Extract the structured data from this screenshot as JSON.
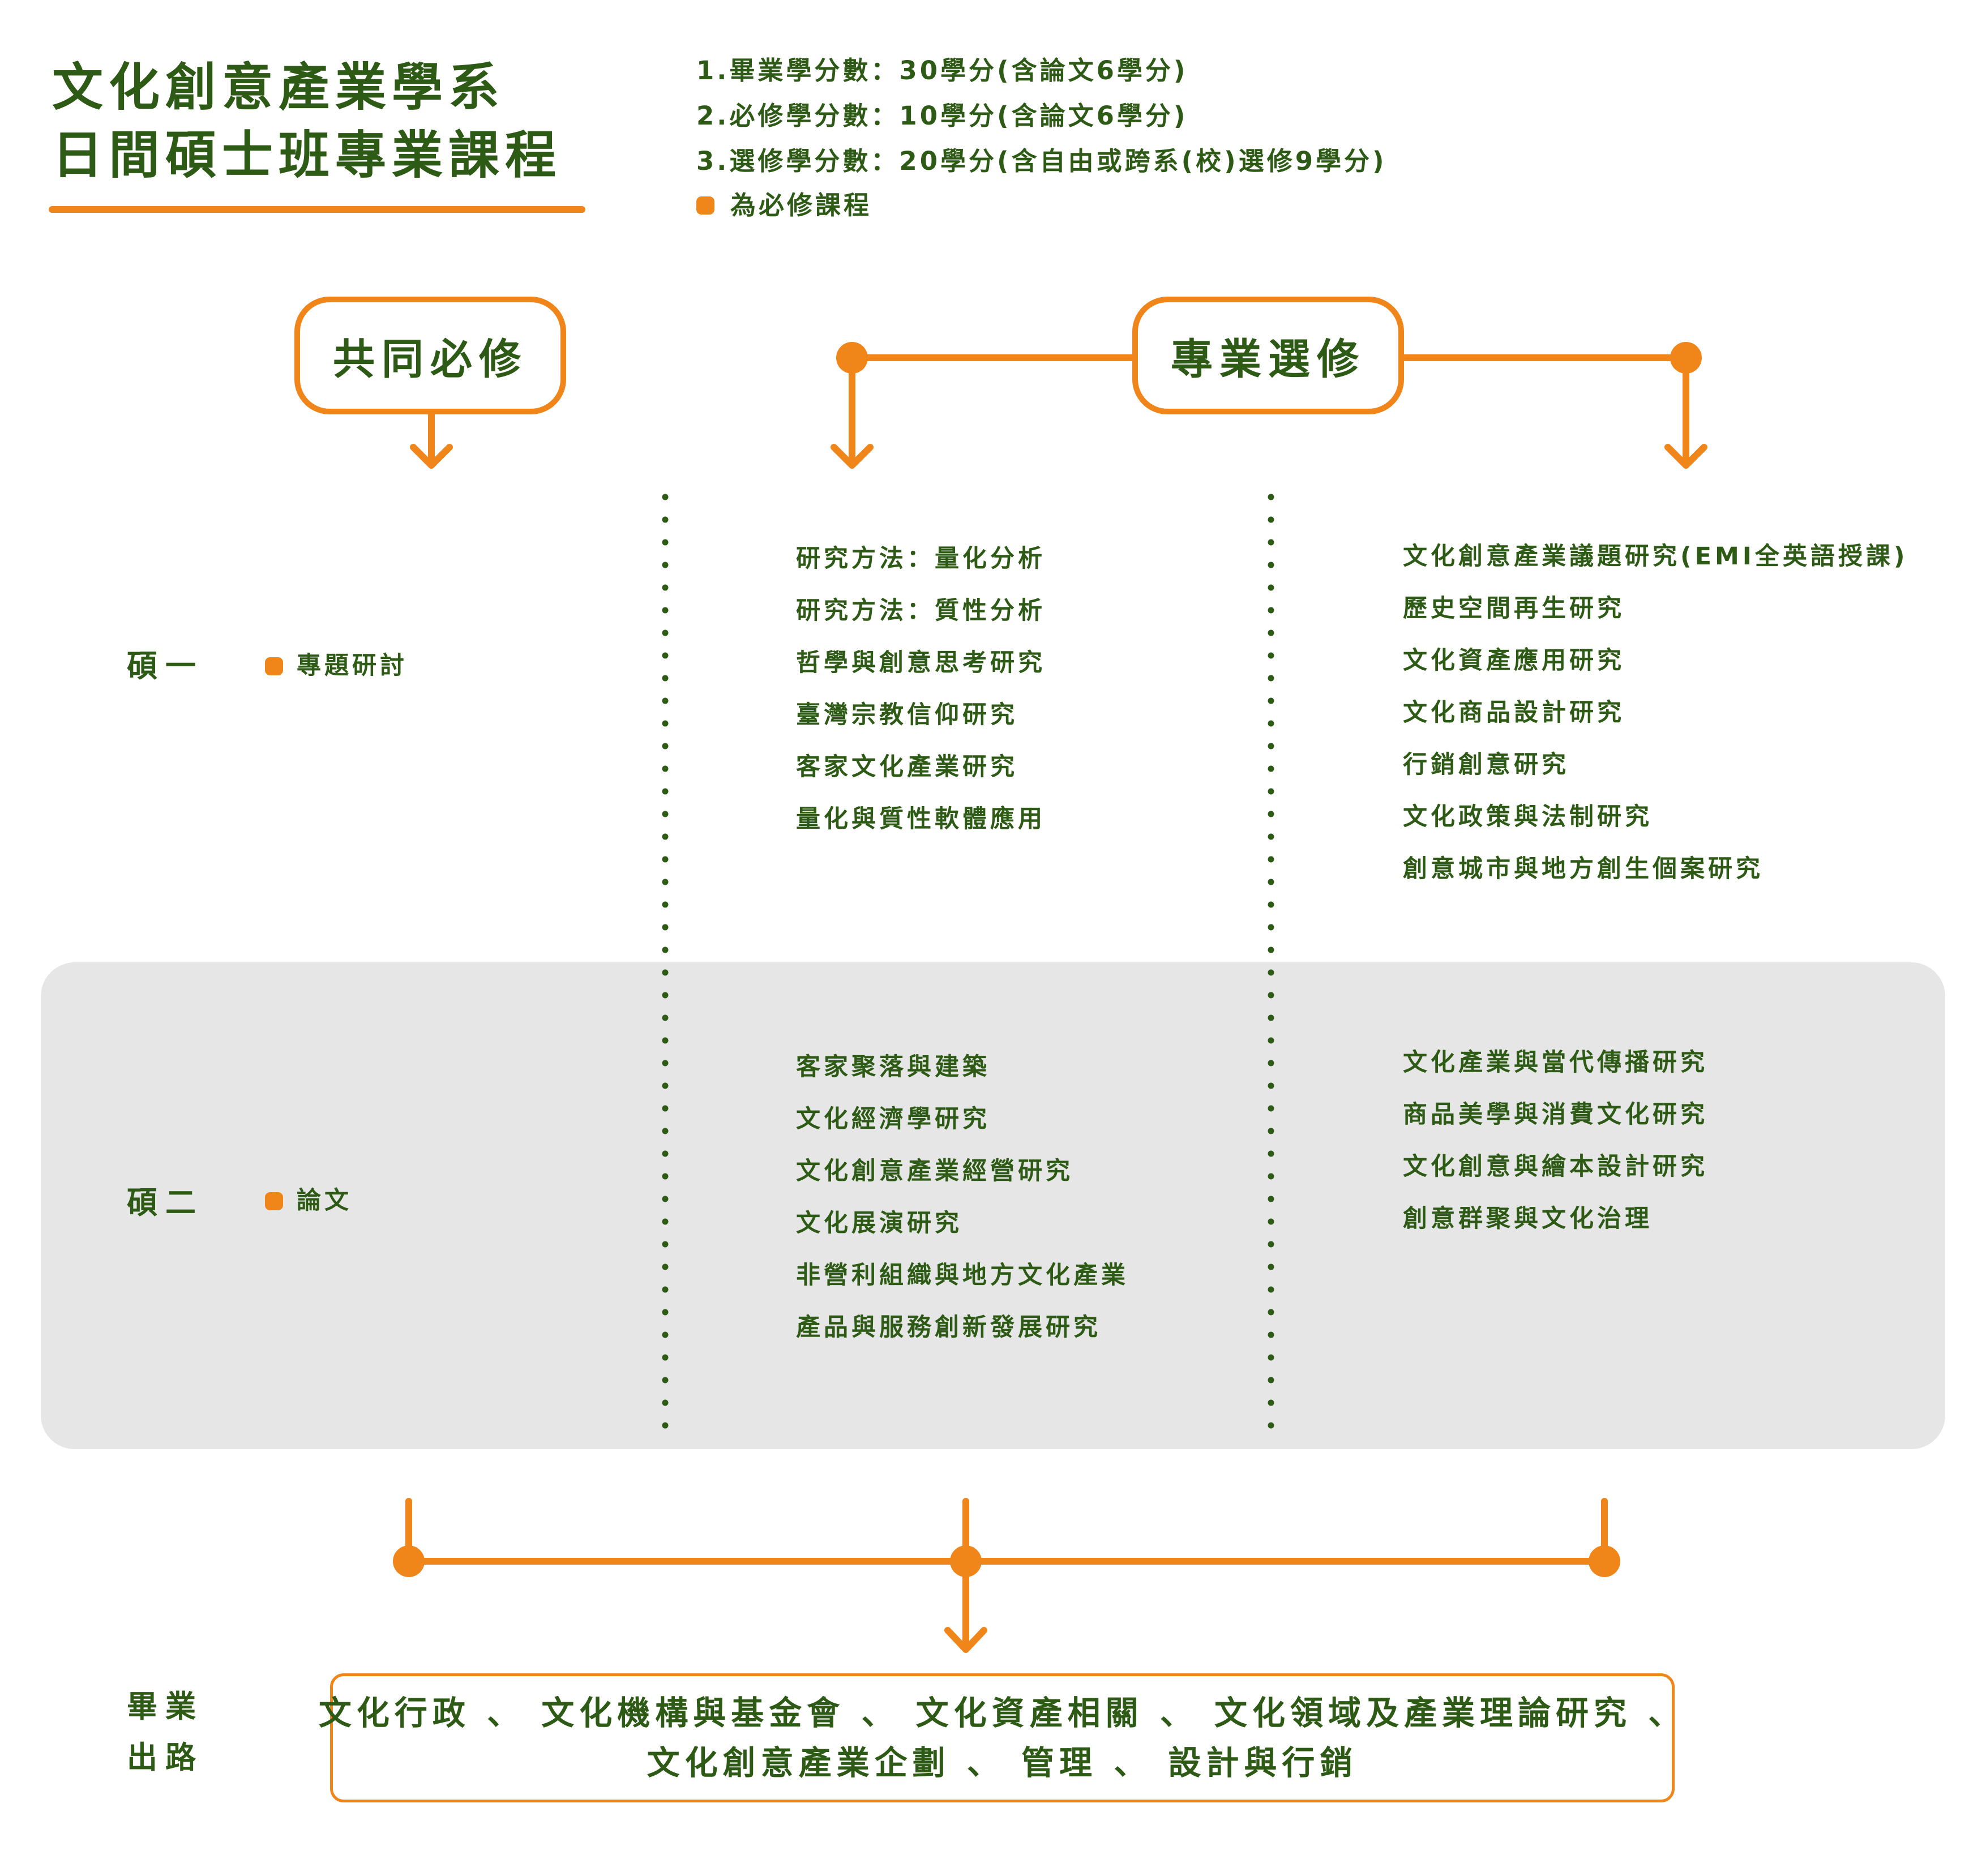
{
  "header": {
    "title_line1": "文化創意產業學系",
    "title_line2": "日間碩士班專業課程"
  },
  "notes": [
    "1.畢業學分數：30學分(含論文6學分)",
    "2.必修學分數：10學分(含論文6學分)",
    "3.選修學分數：20學分(含自由或跨系(校)選修9學分)"
  ],
  "legend": {
    "required_label": "為必修課程"
  },
  "categories": {
    "common_required": "共同必修",
    "professional_elective": "專業選修"
  },
  "years": [
    {
      "label": "碩一",
      "required": "專題研討",
      "electives_left": [
        "研究方法：量化分析",
        "研究方法：質性分析",
        "哲學與創意思考研究",
        "臺灣宗教信仰研究",
        "客家文化產業研究",
        "量化與質性軟體應用"
      ],
      "electives_right": [
        "文化創意產業議題研究(EMI全英語授課)",
        "歷史空間再生研究",
        "文化資產應用研究",
        "文化商品設計研究",
        "行銷創意研究",
        "文化政策與法制研究",
        "創意城市與地方創生個案研究"
      ]
    },
    {
      "label": "碩二",
      "required": "論文",
      "electives_left": [
        "客家聚落與建築",
        "文化經濟學研究",
        "文化創意產業經營研究",
        "文化展演研究",
        "非營利組織與地方文化產業",
        "產品與服務創新發展研究"
      ],
      "electives_right": [
        "文化產業與當代傳播研究",
        "商品美學與消費文化研究",
        "文化創意與繪本設計研究",
        "創意群聚與文化治理"
      ]
    }
  ],
  "career": {
    "label_line1": "畢業",
    "label_line2": "出路",
    "line1": "文化行政 、 文化機構與基金會 、 文化資產相關 、 文化領域及產業理論研究 、",
    "line2": "文化創意產業企劃 、 管理 、 設計與行銷"
  },
  "colors": {
    "accent_orange": "#f08519",
    "text_green": "#2d5a14",
    "band_gray": "#e6e6e6"
  }
}
